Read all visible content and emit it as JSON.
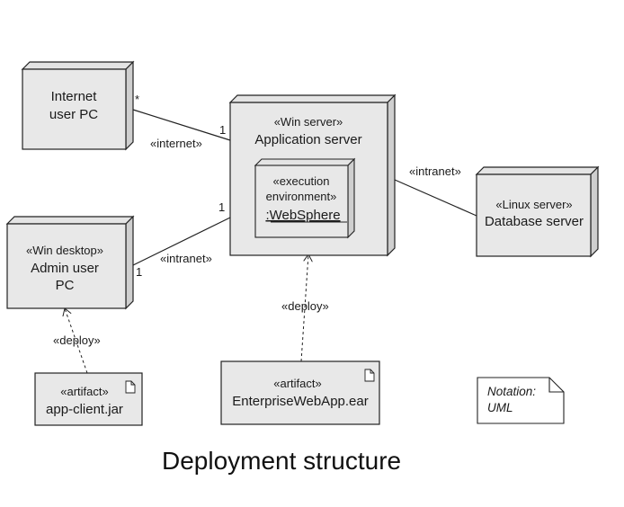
{
  "diagram": {
    "caption": "Deployment structure",
    "nodes": {
      "internet_pc": {
        "lines": [
          "Internet",
          "user PC"
        ]
      },
      "app_server": {
        "stereotype": "«Win server»",
        "name": "Application server"
      },
      "exec_env": {
        "lines": [
          "«execution",
          "environment»"
        ],
        "name": ":WebSphere"
      },
      "db_server": {
        "stereotype": "«Linux server»",
        "name": "Database server"
      },
      "admin_pc": {
        "stereotype": "«Win desktop»",
        "lines": [
          "Admin user",
          "PC"
        ]
      }
    },
    "artifacts": {
      "client_jar": {
        "stereotype": "«artifact»",
        "name": "app-client.jar"
      },
      "ear": {
        "stereotype": "«artifact»",
        "name": "EnterpriseWebApp.ear"
      }
    },
    "edges": {
      "internet": {
        "label": "«internet»",
        "mult_a": "*",
        "mult_b": "1"
      },
      "intranet_db": {
        "label": "«intranet»"
      },
      "intranet_admin": {
        "label": "«intranet»",
        "mult_a": "1",
        "mult_b": "1"
      },
      "deploy_ear": {
        "label": "«deploy»"
      },
      "deploy_jar": {
        "label": "«deploy»"
      }
    },
    "note": {
      "lines": [
        "Notation:",
        "UML"
      ]
    }
  }
}
